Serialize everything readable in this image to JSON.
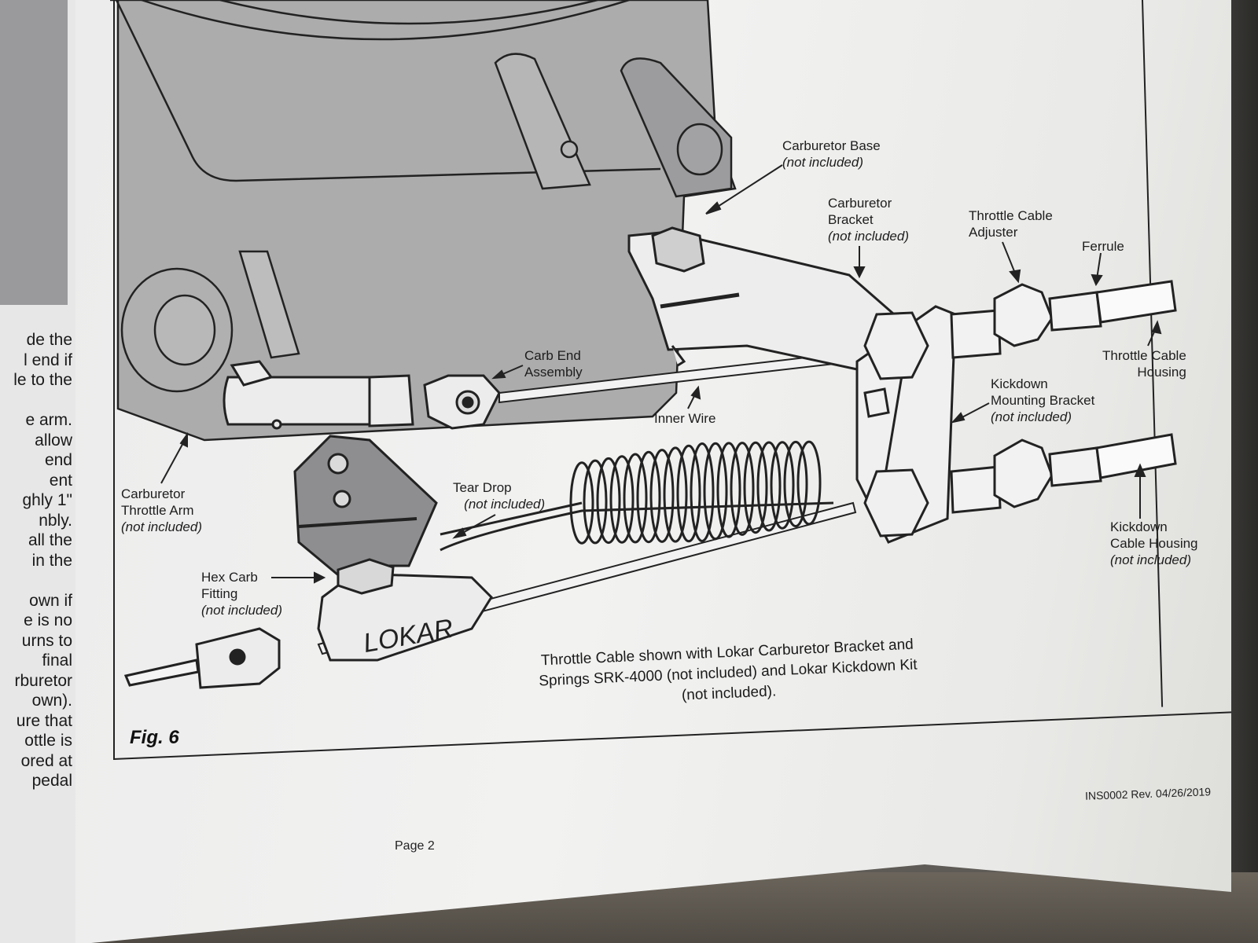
{
  "left_page": {
    "lines": [
      "de the",
      "l end if",
      "le to the",
      "",
      "e arm.",
      "allow",
      "end",
      "ent",
      "ghly 1\"",
      "nbly.",
      "all the",
      "in the",
      "",
      "own if",
      "e is no",
      "urns to",
      "final",
      "rburetor",
      "own).",
      "ure that",
      "ottle is",
      "ored at",
      "pedal"
    ]
  },
  "figure": {
    "label": "Fig. 6",
    "callouts": {
      "carburetor_base": {
        "name": "Carburetor Base",
        "note": "(not included)"
      },
      "carburetor_bracket": {
        "name": "Carburetor\nBracket",
        "note": "(not included)"
      },
      "throttle_cable_adjuster": {
        "name": "Throttle Cable\nAdjuster"
      },
      "ferrule": {
        "name": "Ferrule"
      },
      "throttle_cable_housing": {
        "name": "Throttle Cable\nHousing"
      },
      "kickdown_mounting_bracket": {
        "name": "Kickdown\nMounting Bracket",
        "note": "(not included)"
      },
      "kickdown_cable_housing": {
        "name": "Kickdown\nCable Housing",
        "note": "(not included)"
      },
      "carb_end_assembly": {
        "name": "Carb End\nAssembly"
      },
      "inner_wire": {
        "name": "Inner Wire"
      },
      "tear_drop": {
        "name": "Tear Drop",
        "note": "(not included)"
      },
      "carburetor_throttle_arm": {
        "name": "Carburetor\nThrottle Arm",
        "note": "(not included)"
      },
      "hex_carb_fitting": {
        "name": "Hex Carb\nFitting",
        "note": "(not included)"
      }
    },
    "brand_mark": "LOKAR",
    "caption": "Throttle Cable shown with Lokar Carburetor Bracket and Springs SRK-4000 (not included) and Lokar Kickdown Kit (not included)."
  },
  "footer": {
    "page": "Page 2",
    "doc_id": "INS0002  Rev. 04/26/2019"
  }
}
